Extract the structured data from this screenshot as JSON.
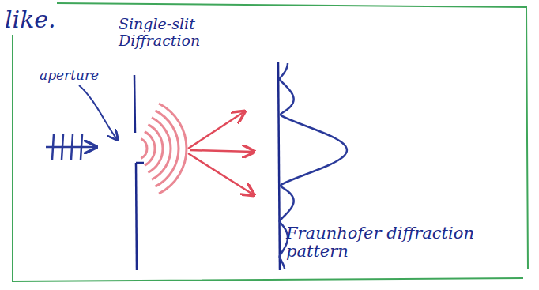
{
  "diagram": {
    "labels": [
      "like.",
      "Single-slit Diffraction",
      "aperture",
      "Fraunhofer diffraction pattern"
    ]
  }
}
